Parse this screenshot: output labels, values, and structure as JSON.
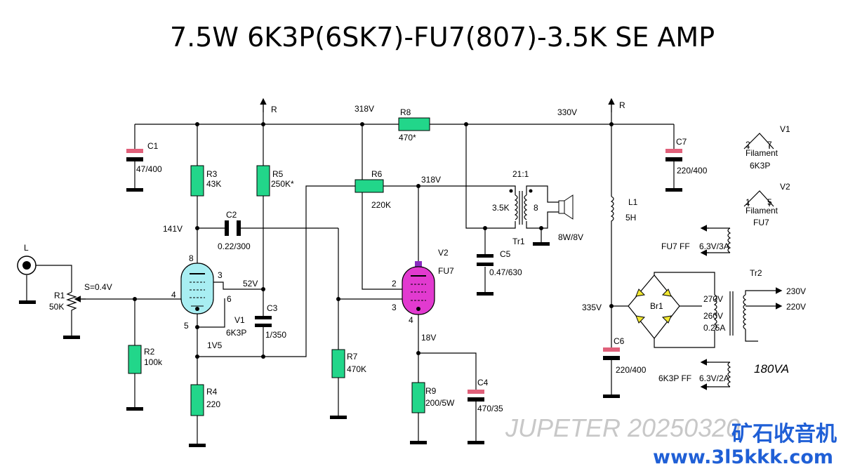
{
  "title": "7.5W  6K3P(6SK7)-FU7(807)-3.5K   SE AMP",
  "watermark": "JUPETER 20250320",
  "brand_cn": "矿石收音机",
  "brand_url": "www.3l5kkk.com",
  "colors": {
    "resistor": "#22d68a",
    "cap_plate": "#e0607a",
    "v1_glass": "#a8eef2",
    "v2_glass": "#e23ad0",
    "brand": "#1f5fd6"
  },
  "labels": {
    "input": "L",
    "r1": "R1",
    "r1_val": "50K",
    "sens": "S=0.4V",
    "r2": "R2",
    "r2_val": "100k",
    "c1": "C1",
    "c1_val": "47/400",
    "r3": "R3",
    "r3_val": "43K",
    "r4": "R4",
    "r4_val": "220",
    "r5": "R5",
    "r5_val": "250K*",
    "r6": "R6",
    "r6_val": "220K",
    "r7": "R7",
    "r7_val": "470K",
    "r8": "R8",
    "r8_val": "470*",
    "r9": "R9",
    "r9_val": "200/5W",
    "c2": "C2",
    "c2_val": "0.22/300",
    "c3": "C3",
    "c3_val": "1/350",
    "c4": "C4",
    "c4_val": "470/35",
    "c5": "C5",
    "c5_val": "0.47/630",
    "c6": "C6",
    "c6_val": "220/400",
    "c7": "C7",
    "c7_val": "220/400",
    "v1": "V1",
    "v1_type": "6K3P",
    "v2": "V2",
    "v2_type": "FU7",
    "l1": "L1",
    "l1_val": "5H",
    "tr1": "Tr1",
    "ratio": "21:1",
    "primary": "3.5K",
    "secondary": "8",
    "speaker": "8W/8V",
    "tr2": "Tr2",
    "r_left": "R",
    "r_right": "R",
    "v141": "141V",
    "v52": "52V",
    "v1v5": "1V5",
    "v318a": "318V",
    "v318b": "318V",
    "v330": "330V",
    "v18": "18V",
    "v335": "335V",
    "p8": "8",
    "p3": "3",
    "p4": "4",
    "p5": "5",
    "p6": "6",
    "q2": "2",
    "q3": "3",
    "q4": "4",
    "sec_270": "270V",
    "sec_260": "260V",
    "sec_025": "0.25A",
    "pri_230": "230V",
    "pri_220": "220V",
    "fu7_ff": "FU7 FF",
    "fu7_ff_val": "6.3V/3A",
    "k3p_ff": "6K3P FF",
    "k3p_ff_val": "6.3V/2A",
    "va": "180VA",
    "fil_v1": "V1",
    "fil_v1_pins_a": "2",
    "fil_v1_pins_b": "7",
    "fil_word1": "Filament",
    "fil_v1_type": "6K3P",
    "fil_v2": "V2",
    "fil_v2_pins_a": "1",
    "fil_v2_pins_b": "5",
    "fil_word2": "Filament",
    "fil_v2_type": "FU7",
    "br1": "Br1"
  }
}
